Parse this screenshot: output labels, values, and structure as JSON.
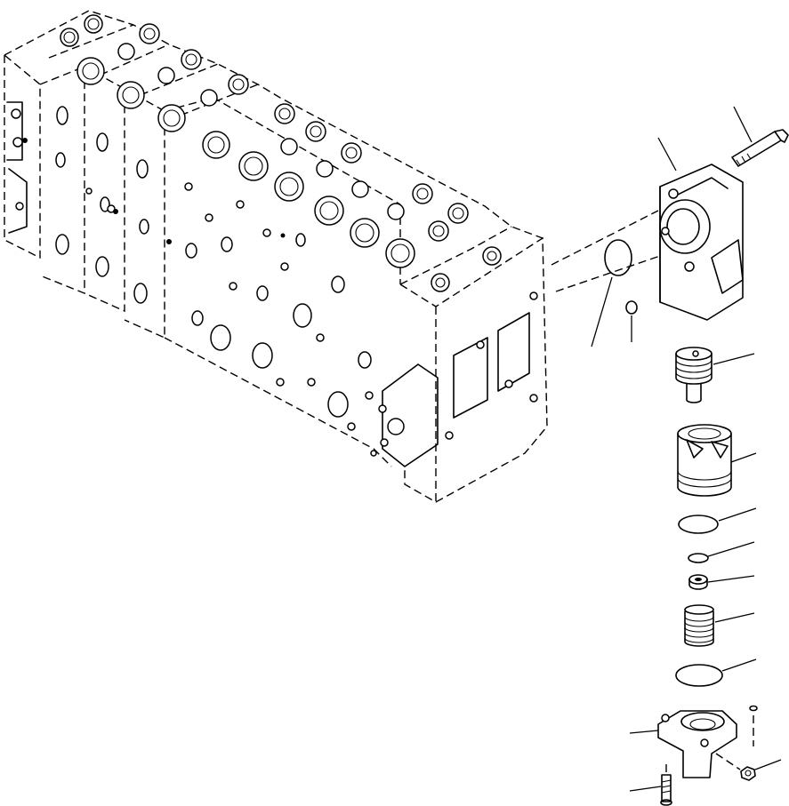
{
  "diagram": {
    "kind": "exploded-parts-view",
    "main_assembly": "control-valve-block",
    "parts": [
      {
        "id": "bolt",
        "icon": "bolt-icon"
      },
      {
        "id": "valve-cover",
        "icon": "cover-icon"
      },
      {
        "id": "o-ring-large",
        "icon": "o-ring-icon"
      },
      {
        "id": "o-ring-small",
        "icon": "o-ring-icon"
      },
      {
        "id": "spool",
        "icon": "spool-icon"
      },
      {
        "id": "sleeve",
        "icon": "sleeve-icon"
      },
      {
        "id": "o-ring-sleeve",
        "icon": "o-ring-icon"
      },
      {
        "id": "o-ring-mini",
        "icon": "o-ring-icon"
      },
      {
        "id": "plug",
        "icon": "plug-icon"
      },
      {
        "id": "spring",
        "icon": "spring-icon"
      },
      {
        "id": "o-ring-base",
        "icon": "o-ring-icon"
      },
      {
        "id": "end-cap",
        "icon": "end-cap-icon"
      },
      {
        "id": "pin",
        "icon": "pin-icon"
      },
      {
        "id": "cap-bolt",
        "icon": "bolt-icon"
      },
      {
        "id": "nut",
        "icon": "nut-icon"
      }
    ]
  }
}
